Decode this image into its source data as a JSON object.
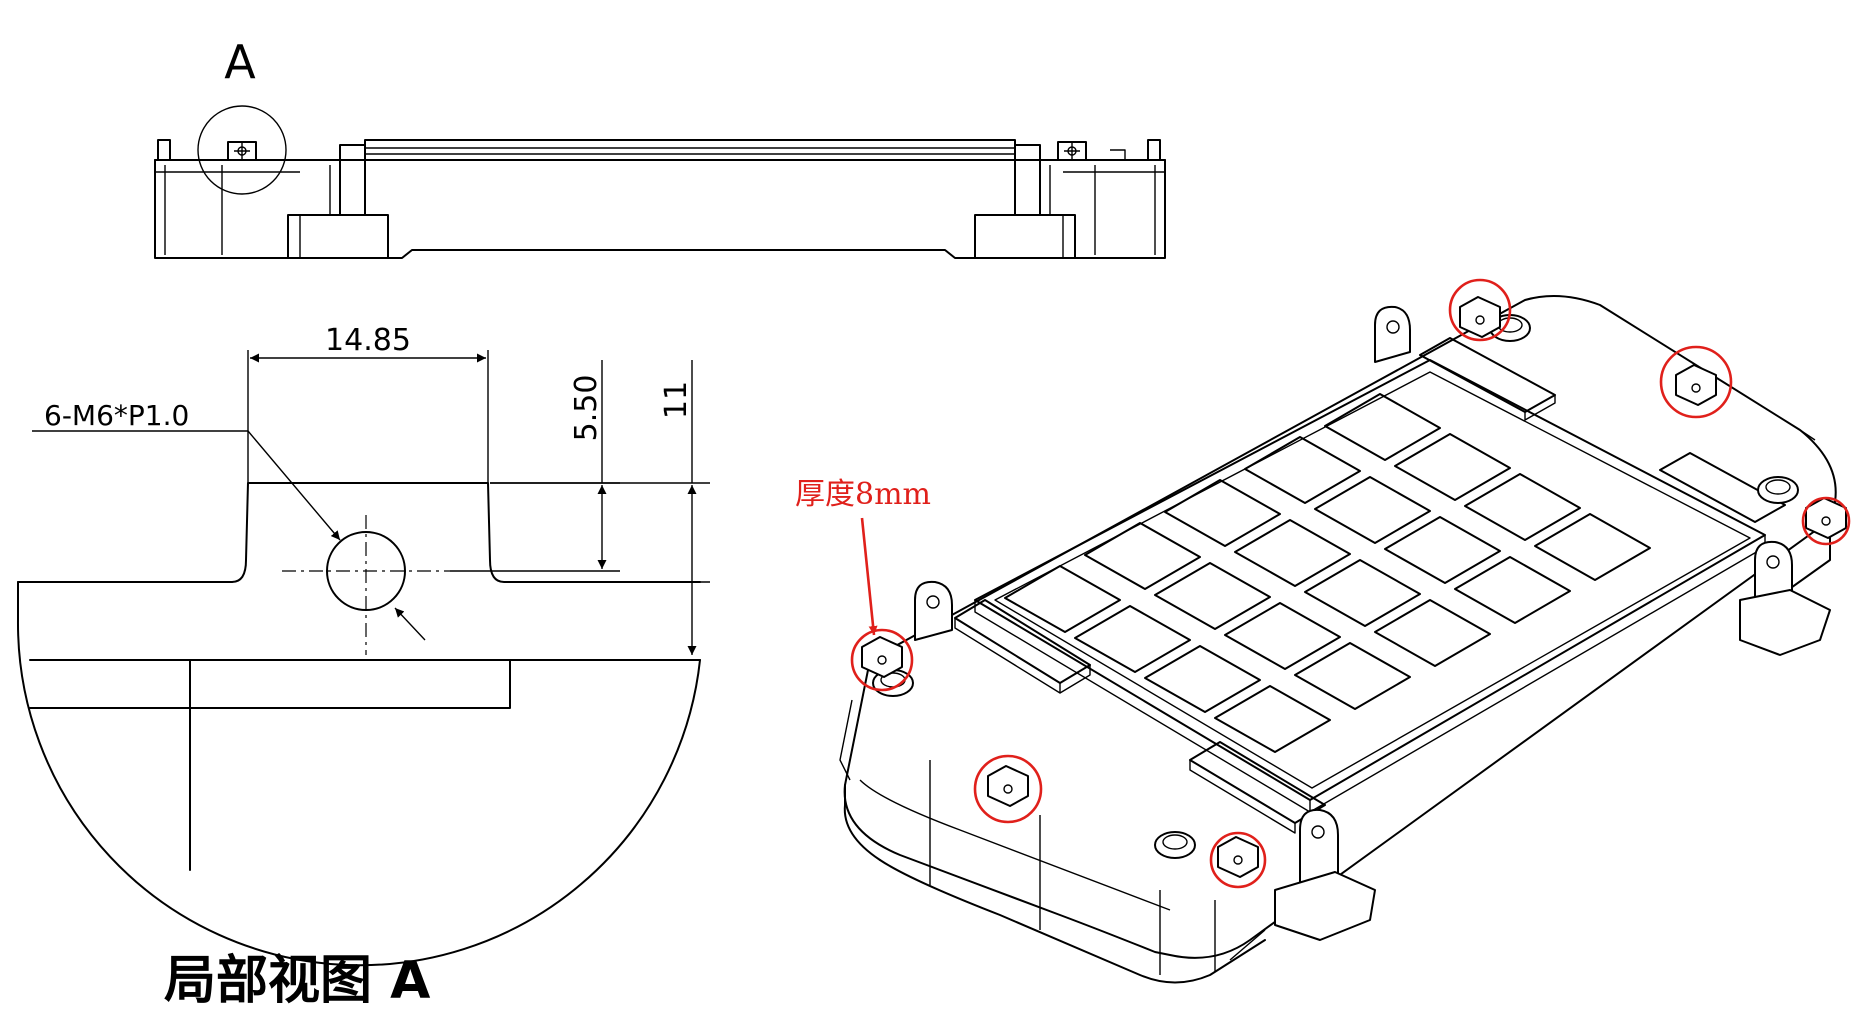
{
  "colors": {
    "line": "#000000",
    "highlight": "#e0201b",
    "background": "#ffffff"
  },
  "labels": {
    "view_marker": "A",
    "detail_title": "局部视图 A",
    "thread_spec": "6-M6*P1.0",
    "dim_width": "14.85",
    "dim_hole_height": "5.50",
    "dim_total_height": "11",
    "thickness_note": "厚度8mm"
  },
  "icons": {
    "mount_tab": "mount-tab-icon",
    "threaded_hole": "threaded-hole-icon"
  }
}
